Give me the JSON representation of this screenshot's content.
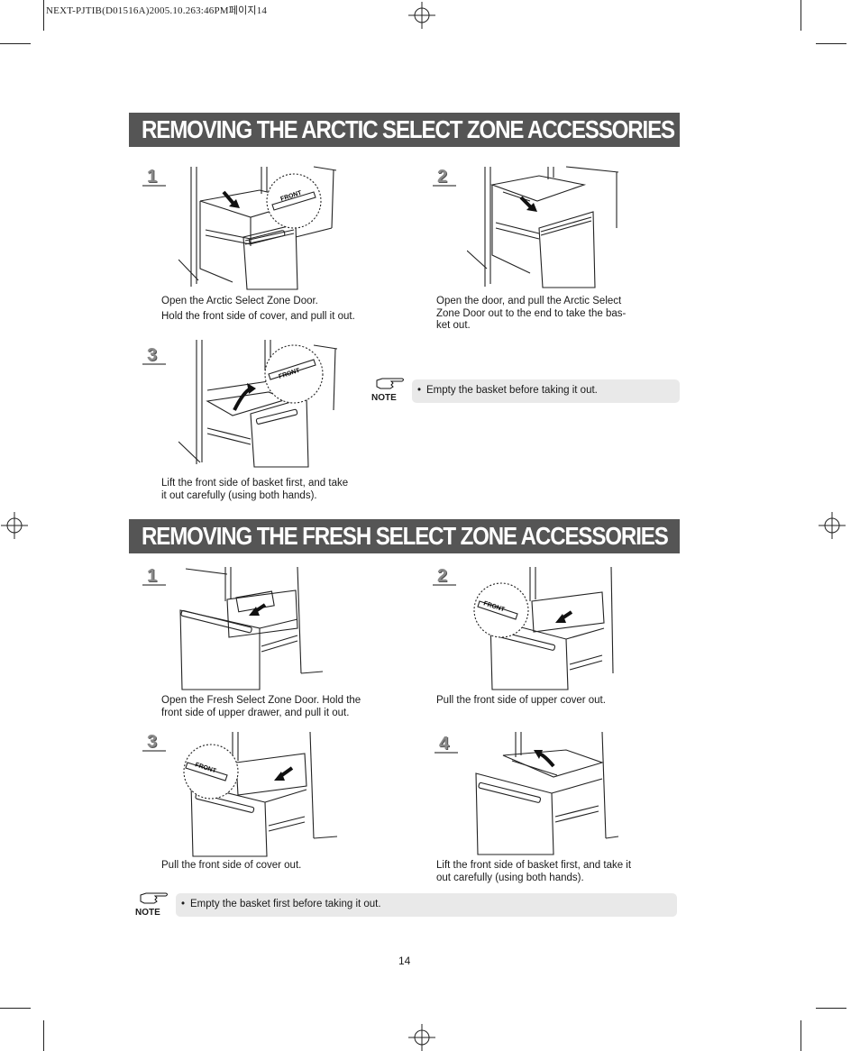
{
  "print_header": "NEXT-PJTIB(D01516A)2005.10.263:46PM페이지14",
  "sections": [
    {
      "title": "REMOVING THE ARCTIC SELECT ZONE ACCESSORIES",
      "steps": [
        {
          "number": "1",
          "caption_lines": [
            "Open the Arctic Select Zone Door.",
            "Hold the front side of cover, and pull it out."
          ],
          "callout": "FRONT"
        },
        {
          "number": "2",
          "caption_lines": [
            "Open the door, and pull the Arctic Select",
            "Zone Door out to the end to take the bas-",
            "ket out."
          ]
        },
        {
          "number": "3",
          "caption_lines": [
            "Lift the front side of basket first, and take",
            "it out carefully (using both hands)."
          ],
          "callout": "FRONT"
        }
      ],
      "note": {
        "label": "NOTE",
        "bullet": "•",
        "text": "Empty the basket before taking it out."
      }
    },
    {
      "title": "REMOVING THE FRESH SELECT ZONE ACCESSORIES",
      "steps": [
        {
          "number": "1",
          "caption_lines": [
            "Open the Fresh Select Zone Door. Hold the",
            "front side of upper drawer, and pull it out."
          ]
        },
        {
          "number": "2",
          "caption_lines": [
            "Pull the front side of upper cover out."
          ],
          "callout": "FRONT"
        },
        {
          "number": "3",
          "caption_lines": [
            "Pull the front side of cover out."
          ],
          "callout": "FRONT"
        },
        {
          "number": "4",
          "caption_lines": [
            "Lift the front side of basket first, and take it",
            "out carefully (using both hands)."
          ]
        }
      ],
      "note": {
        "label": "NOTE",
        "bullet": "•",
        "text": "Empty the basket first before taking it out."
      }
    }
  ],
  "page_number": "14",
  "icons": {
    "note": "pointing-hand-icon",
    "arrow": "pull-arrow-icon"
  }
}
